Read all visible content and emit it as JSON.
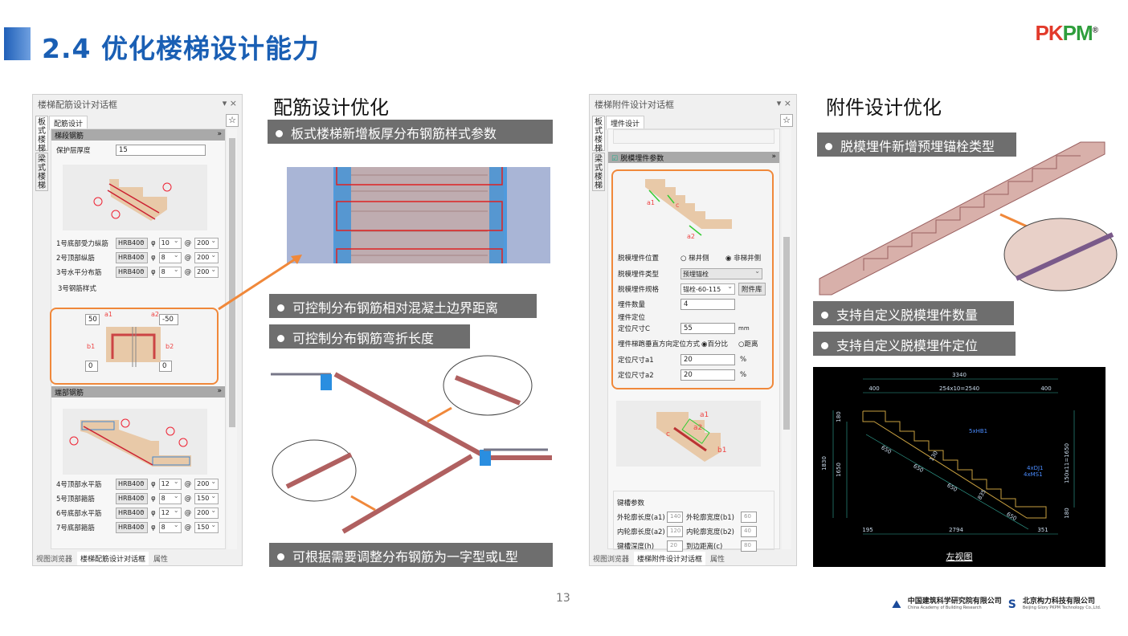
{
  "header": {
    "title": "2.4 优化楼梯设计能力",
    "logo": "PKPM",
    "logo_reg": "®"
  },
  "left_panel": {
    "title": "楼梯配筋设计对话框",
    "controls": "▾ ×",
    "vtabs": [
      "板式楼梯",
      "梁式楼梯"
    ],
    "tab": "配筋设计",
    "section1": "梯段钢筋",
    "cover_label": "保护层厚度",
    "cover_value": "15",
    "callouts1": [
      "①",
      "②",
      "③"
    ],
    "rows1": [
      {
        "label": "1号底部受力纵筋",
        "grade": "HRB400",
        "dia": "10",
        "spacing": "200"
      },
      {
        "label": "2号顶部纵筋",
        "grade": "HRB400",
        "dia": "8",
        "spacing": "200"
      },
      {
        "label": "3号水平分布筋",
        "grade": "HRB400",
        "dia": "8",
        "spacing": "200"
      }
    ],
    "phi": "φ",
    "at": "@",
    "style_label": "3号钢筋样式",
    "style": {
      "a1_value": "50",
      "a2_value": "-50",
      "b1_value": "0",
      "b2_value": "0",
      "a1": "a1",
      "a2": "a2",
      "b1": "b1",
      "b2": "b2"
    },
    "section2": "端部钢筋",
    "callouts2": [
      "④",
      "⑤",
      "⑥",
      "⑦"
    ],
    "rows2": [
      {
        "label": "4号顶部水平筋",
        "grade": "HRB400",
        "dia": "12",
        "spacing": "200"
      },
      {
        "label": "5号顶部箍筋",
        "grade": "HRB400",
        "dia": "8",
        "spacing": "150"
      },
      {
        "label": "6号底部水平筋",
        "grade": "HRB400",
        "dia": "12",
        "spacing": "200"
      },
      {
        "label": "7号底部箍筋",
        "grade": "HRB400",
        "dia": "8",
        "spacing": "150"
      }
    ],
    "bottom_tabs": [
      "视图浏览器",
      "楼梯配筋设计对话框",
      "属性"
    ]
  },
  "middle": {
    "heading": "配筋设计优化",
    "captions": [
      "板式楼梯新增板厚分布钢筋样式参数",
      "可控制分布钢筋相对混凝土边界距离",
      "可控制分布钢筋弯折长度",
      "可根据需要调整分布钢筋为一字型或L型"
    ]
  },
  "right_panel": {
    "title": "楼梯附件设计对话框",
    "controls": "▾ ×",
    "vtabs": [
      "板式楼梯",
      "梁式楼梯"
    ],
    "tab": "埋件设计",
    "section": "脱模埋件参数",
    "diagram_labels": [
      "a1",
      "c",
      "a2"
    ],
    "position_label": "脱模埋件位置",
    "position_options": [
      "梯井侧",
      "非梯井侧"
    ],
    "type_label": "脱模埋件类型",
    "type_value": "预埋锚栓",
    "spec_label": "脱模埋件规格",
    "spec_value": "锚栓-60-115",
    "library_button": "附件库",
    "count_label": "埋件数量",
    "count_value": "4",
    "locate_group": "埋件定位",
    "c_label": "定位尺寸C",
    "c_value": "55",
    "c_unit": "mm",
    "mode_label": "埋件梯跑垂直方向定位方式",
    "mode_options": [
      "百分比",
      "距离"
    ],
    "a1_label": "定位尺寸a1",
    "a1_value": "20",
    "a2_label": "定位尺寸a2",
    "a2_value": "20",
    "pct": "%",
    "diagram2_labels": [
      "a1",
      "a2",
      "c",
      "b1"
    ],
    "groove_title": "键槽参数",
    "groove": [
      {
        "l1": "外轮廓长度(a1)",
        "v1": "140",
        "l2": "外轮廓宽度(b1)",
        "v2": "60"
      },
      {
        "l1": "内轮廓长度(a2)",
        "v1": "120",
        "l2": "内轮廓宽度(b2)",
        "v2": "40"
      },
      {
        "l1": "键槽深度(h)",
        "v1": "20",
        "l2": "到边距离(c)",
        "v2": "80"
      }
    ],
    "bottom_tabs": [
      "视图浏览器",
      "楼梯附件设计对话框",
      "属性"
    ]
  },
  "right": {
    "heading": "附件设计优化",
    "captions": [
      "脱模埋件新增预埋锚栓类型",
      "支持自定义脱模埋件数量",
      "支持自定义脱模埋件定位"
    ],
    "cad": {
      "dims": [
        "3340",
        "400",
        "254x10=2540",
        "400",
        "180",
        "1830",
        "1650",
        "150x11=1650",
        "180",
        "195",
        "2794",
        "351",
        "650",
        "650",
        "650",
        "650",
        "130",
        "835"
      ],
      "labels": [
        "5xHB1",
        "4xDJ1",
        "4xMS1"
      ],
      "caption": "左视图"
    }
  },
  "footer": {
    "page": "13",
    "org1": "中国建筑科学研究院有限公司",
    "org1_en": "China Academy of Building Research",
    "org2": "北京构力科技有限公司",
    "org2_en": "Beijing Glory PKPM Technology Co.,Ltd."
  },
  "colors": {
    "title": "#1a5fb4",
    "accent": "#f0883a",
    "caption_bg": "#6e6e6e"
  }
}
